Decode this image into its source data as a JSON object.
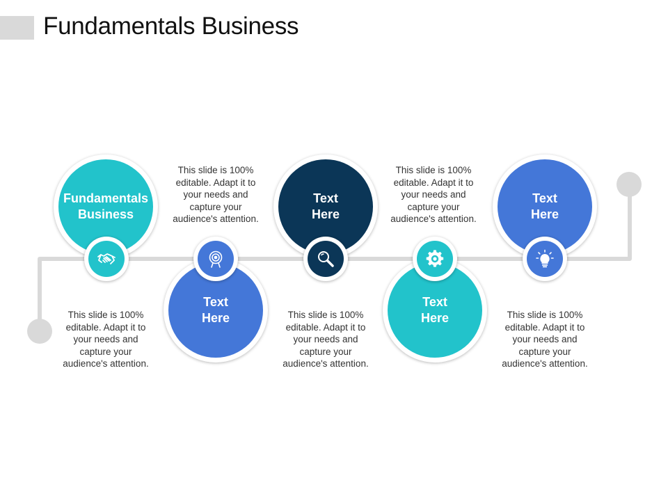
{
  "title": "Fundamentals Business",
  "colors": {
    "teal": "#22c3cb",
    "blue": "#4477d8",
    "navy": "#0b3657",
    "connector": "#d9d9d9"
  },
  "nodes": [
    {
      "lines": [
        "Fundamentals",
        "Business"
      ],
      "color": "#22c3cb",
      "icon": "handshake-icon"
    },
    {
      "lines": [
        "Text",
        "Here"
      ],
      "color": "#4477d8",
      "icon": "target-icon"
    },
    {
      "lines": [
        "Text",
        "Here"
      ],
      "color": "#0b3657",
      "icon": "magnifier-icon"
    },
    {
      "lines": [
        "Text",
        "Here"
      ],
      "color": "#22c3cb",
      "icon": "gear-icon"
    },
    {
      "lines": [
        "Text",
        "Here"
      ],
      "color": "#4477d8",
      "icon": "lightbulb-icon"
    }
  ],
  "descriptions": [
    {
      "lines": [
        "This slide is 100%",
        "editable. Adapt it to",
        "your needs and",
        "capture your",
        "audience's attention."
      ]
    },
    {
      "lines": [
        "This slide is 100%",
        "editable. Adapt it to",
        "your needs and",
        "capture your",
        "audience's attention."
      ]
    },
    {
      "lines": [
        "This slide is 100%",
        "editable. Adapt it to",
        "your needs and",
        "capture your",
        "audience's attention."
      ]
    },
    {
      "lines": [
        "This slide is 100%",
        "editable. Adapt it to",
        "your needs and",
        "capture your",
        "audience's attention."
      ]
    },
    {
      "lines": [
        "This slide is 100%",
        "editable. Adapt it to",
        "your needs and",
        "capture your",
        "audience's attention."
      ]
    }
  ]
}
